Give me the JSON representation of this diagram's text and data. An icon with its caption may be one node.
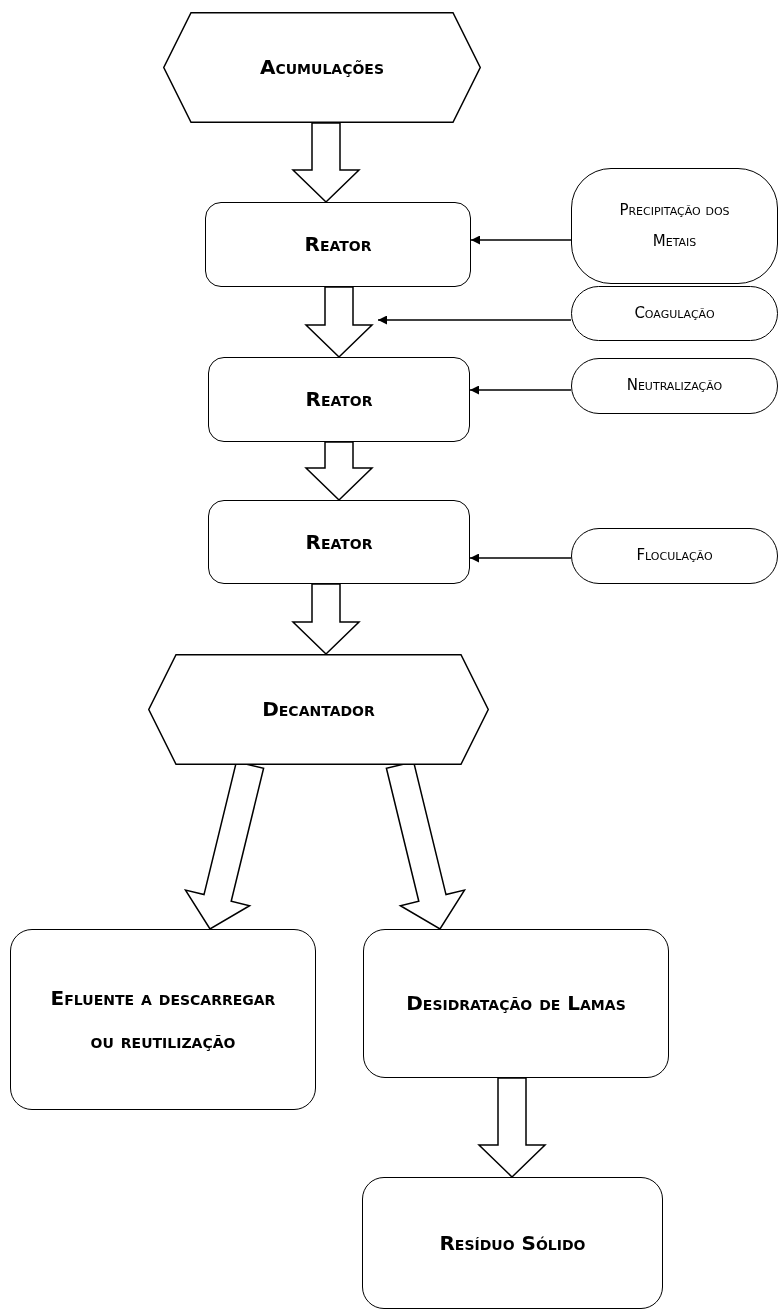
{
  "diagram": {
    "nodes": [
      {
        "text": [
          "Acumulações"
        ]
      },
      {
        "text": [
          "Reator"
        ]
      },
      {
        "text": [
          "Precipitação dos Metais"
        ]
      },
      {
        "text": [
          "Coagulação"
        ]
      },
      {
        "text": [
          "Reator"
        ]
      },
      {
        "text": [
          "Neutralização"
        ]
      },
      {
        "text": [
          "Reator"
        ]
      },
      {
        "text": [
          "Floculação"
        ]
      },
      {
        "text": [
          "Decantador"
        ]
      },
      {
        "text": [
          "Efluente a descarregar ou reutilização"
        ]
      },
      {
        "text": [
          "Desidratação de Lamas"
        ]
      },
      {
        "text": [
          "Resíduo Sólido"
        ]
      }
    ],
    "edges": [
      {
        "from": 0,
        "to": 1,
        "arrow": "to",
        "style": "thick"
      },
      {
        "from": 2,
        "to": 1,
        "arrow": "to"
      },
      {
        "from": 1,
        "to": 4,
        "arrow": "to",
        "style": "thick"
      },
      {
        "from": 3,
        "to": null,
        "arrow": "to"
      },
      {
        "from": 5,
        "to": 4,
        "arrow": "to"
      },
      {
        "from": 4,
        "to": 6,
        "arrow": "to",
        "style": "thick"
      },
      {
        "from": 7,
        "to": 6,
        "arrow": "to"
      },
      {
        "from": 6,
        "to": 8,
        "arrow": "to",
        "style": "thick"
      },
      {
        "from": 8,
        "to": 9,
        "arrow": "to",
        "style": "thick"
      },
      {
        "from": 8,
        "to": 10,
        "arrow": "to",
        "style": "thick"
      },
      {
        "from": 10,
        "to": 11,
        "arrow": "to",
        "style": "thick"
      }
    ]
  }
}
